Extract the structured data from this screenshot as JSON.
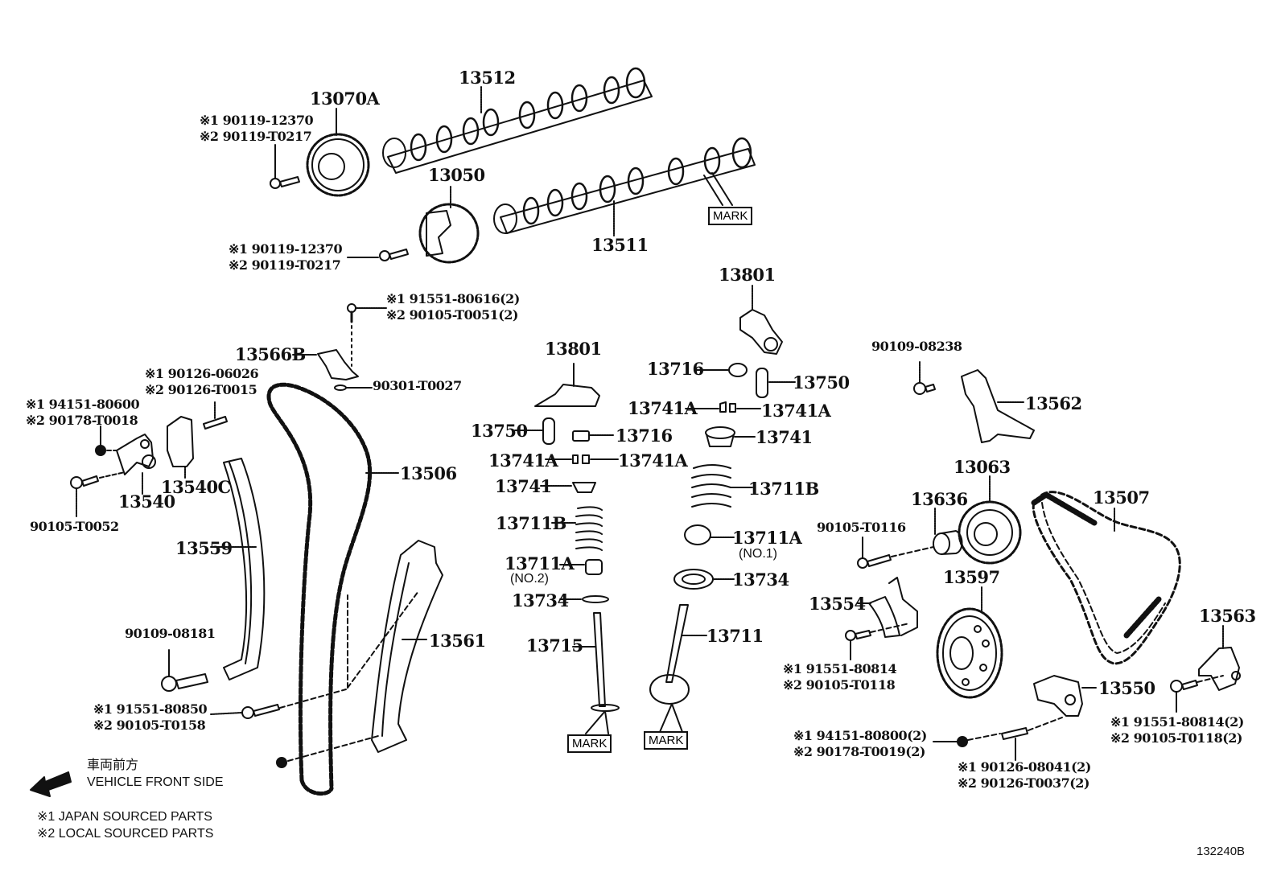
{
  "diagram": {
    "title_code": "132240B",
    "colors": {
      "ink": "#111111",
      "background": "#ffffff"
    },
    "callouts": {
      "p13512": "13512",
      "p13070A": "13070A",
      "bolt_vvt_1": "※1 90119-12370",
      "bolt_vvt_2": "※2 90119-T0217",
      "p13050": "13050",
      "bolt_cam2_1": "※1 90119-12370",
      "bolt_cam2_2": "※2 90119-T0217",
      "p13511": "13511",
      "mark_cam": "MARK",
      "bolt_bracket_1": "※1 91551-80616(2)",
      "bolt_bracket_2": "※2 90105-T0051(2)",
      "p13566B": "13566B",
      "p90301": "90301-T0027",
      "stud_1": "※1 90126-06026",
      "stud_2": "※2 90126-T0015",
      "nut_1": "※1 94151-80600",
      "nut_2": "※2 90178-T0018",
      "p13540": "13540",
      "p13540C": "13540C",
      "p90105_T0052": "90105-T0052",
      "p13559": "13559",
      "p13506": "13506",
      "p90109_08181": "90109-08181",
      "bolt_guide_1": "※1 91551-80850",
      "bolt_guide_2": "※2 90105-T0158",
      "p13561": "13561",
      "p13801_left": "13801",
      "p13750_left": "13750",
      "p13716_left": "13716",
      "p13741A_ll": "13741A",
      "p13741A_lr": "13741A",
      "p13741_left": "13741",
      "p13711B_left": "13711B",
      "p13711A_no2": "13711A",
      "no2": "(NO.2)",
      "p13734_left": "13734",
      "p13715": "13715",
      "mark_valve1": "MARK",
      "p13801_right": "13801",
      "p13716_right": "13716",
      "p13750_right": "13750",
      "p13741A_rl": "13741A",
      "p13741A_rr": "13741A",
      "p13741_right": "13741",
      "p13711B_right": "13711B",
      "p13711A_no1": "13711A",
      "no1": "(NO.1)",
      "p13734_right": "13734",
      "p13711": "13711",
      "mark_valve2": "MARK",
      "p90109_08238": "90109-08238",
      "p13562": "13562",
      "p13063": "13063",
      "p13636": "13636",
      "p90105_T0116": "90105-T0116",
      "p13507": "13507",
      "p13597": "13597",
      "p13554": "13554",
      "bolt_13554_1": "※1 91551-80814",
      "bolt_13554_2": "※2 90105-T0118",
      "p13563": "13563",
      "p13550": "13550",
      "bolt_13563_1": "※1 91551-80814(2)",
      "bolt_13563_2": "※2 90105-T0118(2)",
      "nut_13550_1": "※1 94151-80800(2)",
      "nut_13550_2": "※2 90178-T0019(2)",
      "stud_13550_1": "※1 90126-08041(2)",
      "stud_13550_2": "※2 90126-T0037(2)"
    },
    "direction": {
      "japanese": "車両前方",
      "english": "VEHICLE FRONT SIDE",
      "arrow_icon": "arrow-left-icon"
    },
    "legend": {
      "note1": "※1 JAPAN SOURCED PARTS",
      "note2": "※2 LOCAL SOURCED PARTS"
    }
  }
}
